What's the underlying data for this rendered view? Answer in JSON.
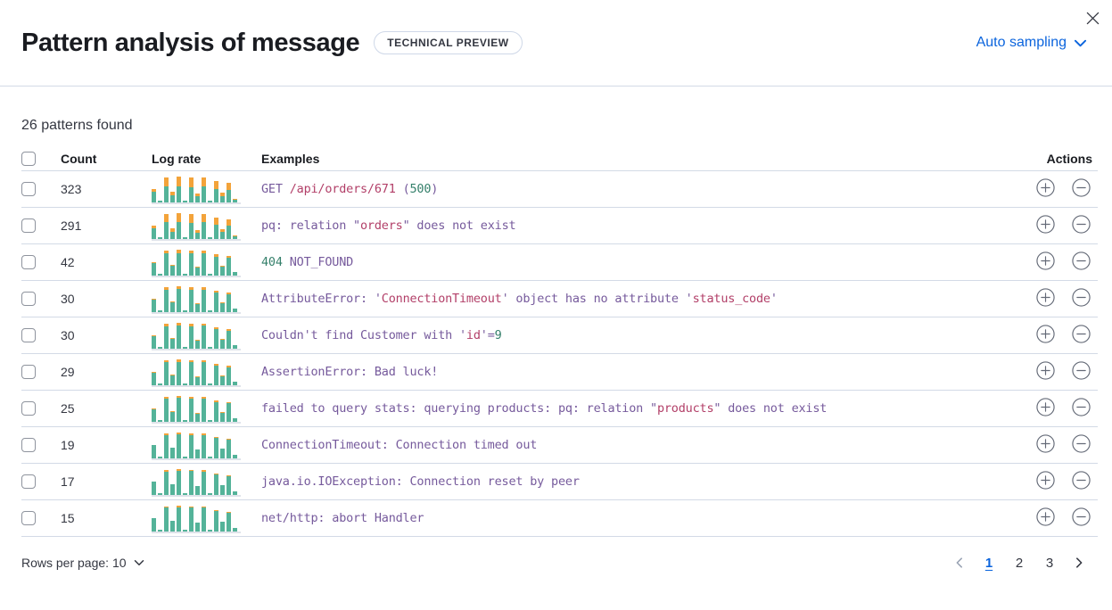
{
  "colors": {
    "link_blue": "#0b64dd",
    "token_purple": "#765a9c",
    "token_red": "#b23f68",
    "token_green": "#35806b",
    "bar_green": "#54b399",
    "bar_orange": "#f3a33a"
  },
  "header": {
    "title": "Pattern analysis of message",
    "badge_label": "TECHNICAL PREVIEW",
    "sampling_label": "Auto sampling"
  },
  "summary_text": "26 patterns found",
  "table": {
    "headers": {
      "count": "Count",
      "log_rate": "Log rate",
      "examples": "Examples",
      "actions": "Actions"
    },
    "histogram_total": [
      15,
      2,
      28,
      12,
      29,
      2,
      28,
      10,
      28,
      2,
      24,
      11,
      22,
      4
    ],
    "rows": [
      {
        "count": "323",
        "spark_orange": [
          3,
          0,
          10,
          4,
          11,
          0,
          11,
          3,
          10,
          0,
          9,
          4,
          8,
          1
        ],
        "example": [
          {
            "t": "GET ",
            "c": "purple"
          },
          {
            "t": "/api/orders/671",
            "c": "red"
          },
          {
            "t": " (",
            "c": "purple"
          },
          {
            "t": "500",
            "c": "green"
          },
          {
            "t": ")",
            "c": "purple"
          }
        ]
      },
      {
        "count": "291",
        "spark_orange": [
          3,
          0,
          9,
          4,
          10,
          0,
          10,
          3,
          9,
          0,
          8,
          3,
          7,
          1
        ],
        "example": [
          {
            "t": "pq: relation \"",
            "c": "purple"
          },
          {
            "t": "orders",
            "c": "red"
          },
          {
            "t": "\" does not exist",
            "c": "purple"
          }
        ]
      },
      {
        "count": "42",
        "spark_orange": [
          1,
          0,
          3,
          1,
          4,
          0,
          3,
          1,
          3,
          0,
          3,
          1,
          2,
          0
        ],
        "example": [
          {
            "t": "404",
            "c": "green"
          },
          {
            "t": " NOT_FOUND",
            "c": "purple"
          }
        ]
      },
      {
        "count": "30",
        "spark_orange": [
          1,
          0,
          3,
          1,
          3,
          0,
          3,
          1,
          3,
          0,
          2,
          1,
          2,
          0
        ],
        "example": [
          {
            "t": "AttributeError: '",
            "c": "purple"
          },
          {
            "t": "ConnectionTimeout",
            "c": "red"
          },
          {
            "t": "' object has no attribute '",
            "c": "purple"
          },
          {
            "t": "status_code",
            "c": "red"
          },
          {
            "t": "'",
            "c": "purple"
          }
        ]
      },
      {
        "count": "30",
        "spark_orange": [
          1,
          0,
          3,
          1,
          3,
          0,
          3,
          1,
          2,
          0,
          2,
          1,
          2,
          0
        ],
        "example": [
          {
            "t": "Couldn't find Customer with '",
            "c": "purple"
          },
          {
            "t": "id",
            "c": "red"
          },
          {
            "t": "'=",
            "c": "purple"
          },
          {
            "t": "9",
            "c": "green"
          }
        ]
      },
      {
        "count": "29",
        "spark_orange": [
          1,
          0,
          2,
          1,
          3,
          0,
          2,
          1,
          2,
          0,
          2,
          1,
          2,
          0
        ],
        "example": [
          {
            "t": "AssertionError: Bad luck!",
            "c": "purple"
          }
        ]
      },
      {
        "count": "25",
        "spark_orange": [
          1,
          0,
          2,
          1,
          2,
          0,
          2,
          1,
          2,
          0,
          2,
          1,
          1,
          0
        ],
        "example": [
          {
            "t": "failed to query stats: querying products: pq: relation \"",
            "c": "purple"
          },
          {
            "t": "products",
            "c": "red"
          },
          {
            "t": "\" does not exist",
            "c": "purple"
          }
        ]
      },
      {
        "count": "19",
        "spark_orange": [
          0,
          0,
          2,
          0,
          2,
          0,
          2,
          0,
          2,
          0,
          1,
          0,
          1,
          0
        ],
        "example": [
          {
            "t": "ConnectionTimeout: Connection timed out",
            "c": "purple"
          }
        ]
      },
      {
        "count": "17",
        "spark_orange": [
          0,
          0,
          2,
          0,
          2,
          0,
          1,
          0,
          2,
          0,
          1,
          0,
          1,
          0
        ],
        "example": [
          {
            "t": "java.io.IOException: Connection reset by peer",
            "c": "purple"
          }
        ]
      },
      {
        "count": "15",
        "spark_orange": [
          0,
          0,
          1,
          0,
          2,
          0,
          1,
          0,
          1,
          0,
          1,
          0,
          1,
          0
        ],
        "example": [
          {
            "t": "net/http: abort Handler",
            "c": "purple"
          }
        ]
      }
    ]
  },
  "footer": {
    "rows_per_page_label": "Rows per page: 10",
    "pagination": {
      "pages": [
        "1",
        "2",
        "3"
      ],
      "active_page": "1"
    }
  }
}
